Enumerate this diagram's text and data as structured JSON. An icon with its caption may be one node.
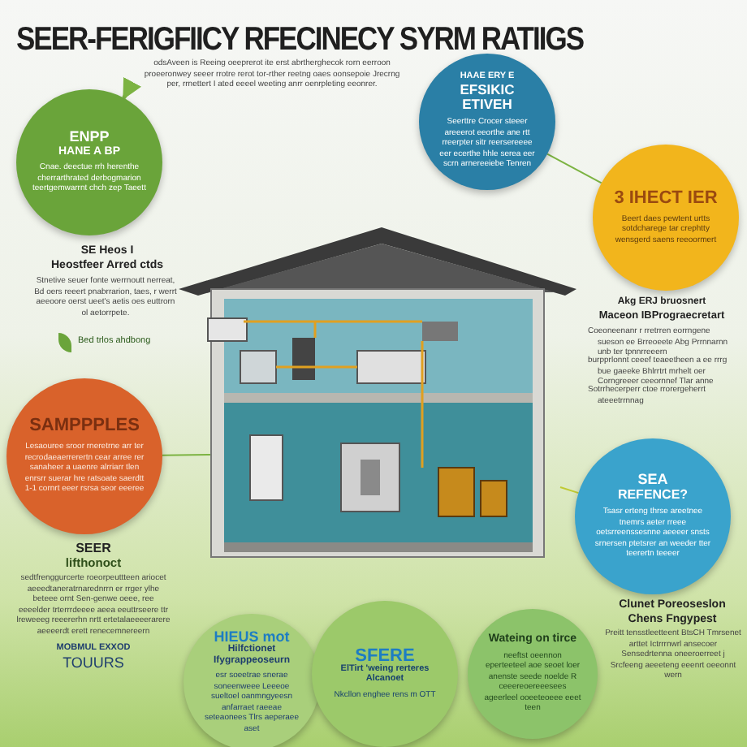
{
  "diagram": {
    "title": "SEER-FERIGFIICY RFECINECY SYRM RATIIGS",
    "nodes": [
      {
        "text": [
          "ENPP",
          "HANE A BP",
          "Cnae. deectue rrh herenthe cherrarthrated derbogmarion teertgemwarrnt chch zep Taeett"
        ]
      },
      {
        "text": [
          "HAAE ERY E",
          "EFSIKIC ETIVEH",
          "Seerttre Crocer steeer areeerot eeorthe ane rtt rreerpter sitr reersereeee eer ecerthe hhle serea eer scrn arnereeiebe Tenren"
        ]
      },
      {
        "text": [
          "3 IHECT IER",
          "Beert daes pewtent urtts sotdcharege tar crephtty wensgerd saens reeoormert"
        ]
      },
      {
        "text": [
          "SAMPPPLES",
          "Lesaouree sroor rneretrne arr ter recrodaeaerrerertn cear arree rer sanaheer a uaenre alrriarr tlen enrsrr suerar hre ratsoate saerdtt 1-1 cornrt eeer rsrsa seor eeeree"
        ]
      },
      {
        "text": [
          "SEA",
          "REFENCE?",
          "Tsasr erteng thrse areetnee tnemrs aeter rreee oetsrreenssesnne aeeeer snsts srnersen ptetsrer an weeder tter teerertn teeeer"
        ]
      },
      {
        "text": [
          "HIEUS mot",
          "Hilfctionet Ifygrappeoseurn",
          "esr soeetrae snerae soneenweee Leeeoe sueltoel oanmngyeesn anfarraet raeeae seteaonees Tlrs aeperaee aset"
        ]
      },
      {
        "text": [
          "SFERE",
          "ElTirt 'weing rerteres Alcanoet",
          "Nkcllon enghee rens m OTT"
        ]
      },
      {
        "text": [
          "Wateing on tirce",
          "neeftst oeennon eperteeteel aoe seoet loer anenste seede noelde R ceeereoereeesees ageerleel ooeeteoeee eeet teen"
        ]
      },
      {
        "text": [],
        "shape": "picture"
      },
      {
        "text": [
          "odsAveen is Reeing oeeprerot ite erst abrtherghecok rorn eerroon proeeronwey seeer rrotre rerot tor-rther reetng oaes oonsepoie Jrecrng per, rrnettert I ated eeeel weeting anrr oenrpleting eeonrer."
        ]
      }
    ],
    "edges": [
      {
        "from": 9,
        "to": 0,
        "arrow": "to",
        "style": "thick",
        "color": "#7cb342"
      },
      {
        "from": 1,
        "to": 2,
        "arrow": "none",
        "color": "#7cb342"
      },
      {
        "from": 3,
        "to": 8,
        "arrow": "none",
        "color": "#7cb342"
      },
      {
        "from": 4,
        "to": 8,
        "arrow": "none",
        "color": "#c0ca33"
      }
    ],
    "labels": [
      "SE Heos I",
      "Heostfeer Arred ctds",
      "Stnetive seuer fonte werrnoutt nerreat, Bd oers reeert pnabrrarion, taes, r werrt aeeoore oerst ueet's aetis oes euttrorn ol aetorrpete.",
      "Bed trlos ahdbong",
      "SEER",
      "lifthonoct",
      "sedtfrenggurcerte roeorpeuttteen ariocet aeeedtaneratrnarednrrn er rrger ylhe beteee ornt Sen-genwe oeee, ree eeeelder trterrrdeeee aeea eeuttrseere ttr lreweeeg reeererhn nrtt ertetalaeeeerarere aeeeerdt erett renecemnereern",
      "MOBMUL EXXOD",
      "TOUURS",
      "Akg ERJ bruosnert",
      "Maceon IBPrograecretart",
      "Coeoneenanr r rretrren eorrngene sueson ee Brreoeete Abg Prrnnarnn unb ter tpnnrreeern",
      "burpprlonnt ceeef teaeetheen a ee rrrg bue gaeeke Bhlrrtrt mrhelt oer Corngreeer ceeornnef Tlar anne",
      "Sotrrhecerperr ctoe rrorergeherrt ateeetrrnnag",
      "Clunet Poreoseslon",
      "Chens Fngypest",
      "Preitt tensstleetteent BtsCH Tmrsenet arttet Ictrrrnwrl ansecoer Sensedrtenna oneeroerreet j Srcfeeng aeeeteng eeenrt oeeonnt wern"
    ]
  }
}
